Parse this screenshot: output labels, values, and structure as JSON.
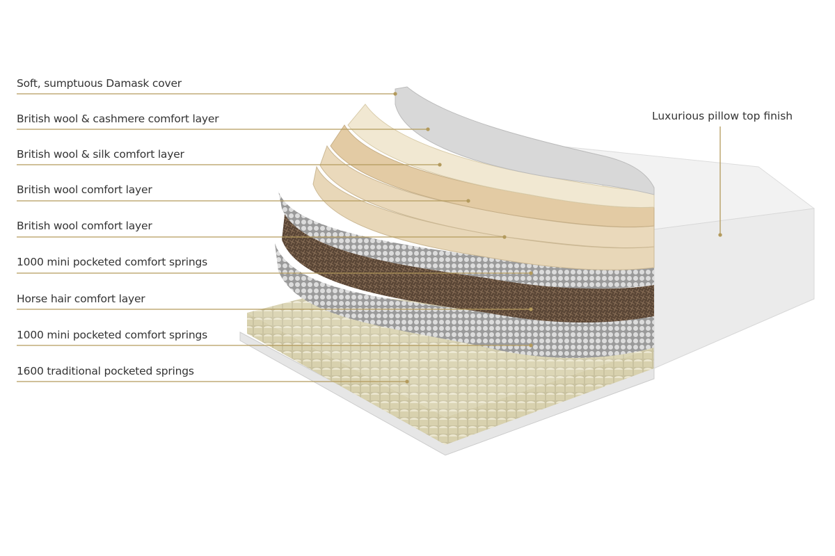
{
  "labels": [
    "Soft, sumptuous Damask cover",
    "British wool & cashmere comfort layer",
    "British wool & silk comfort layer",
    "British wool comfort layer",
    "British wool comfort layer",
    "1000 mini pocketed comfort springs",
    "Horse hair comfort layer",
    "1000 mini pocketed comfort springs",
    "1600 traditional pocketed springs"
  ],
  "right_label": "Luxurious pillow top finish",
  "colors": {
    "leader": "#b39a5c",
    "text": "#333333"
  }
}
